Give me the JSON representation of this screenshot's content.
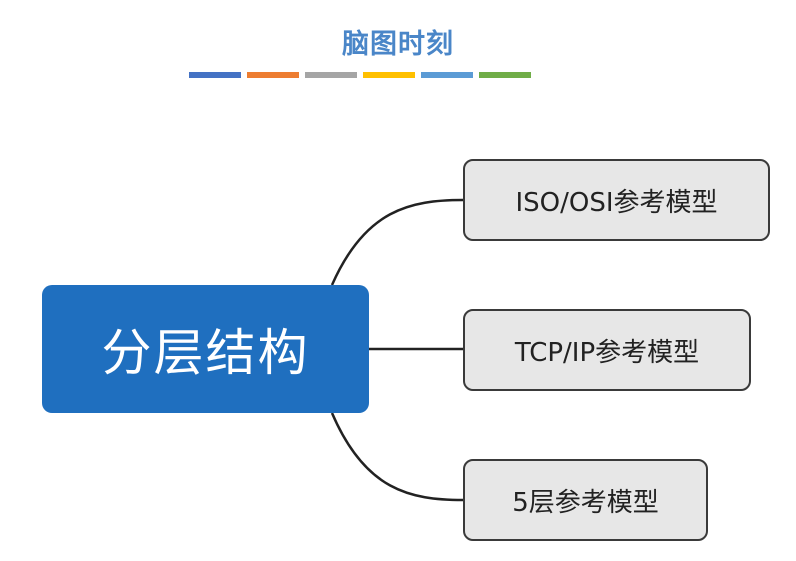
{
  "header": {
    "title": "脑图时刻",
    "bar_colors": [
      "#4472c4",
      "#ed7d31",
      "#a5a5a5",
      "#ffc000",
      "#5b9bd5",
      "#70ad47"
    ]
  },
  "mindmap": {
    "root": "分层结构",
    "root_color": "#1f6fbf",
    "children": [
      {
        "label": "ISO/OSI参考模型"
      },
      {
        "label": "TCP/IP参考模型"
      },
      {
        "label": "5层参考模型"
      }
    ]
  }
}
